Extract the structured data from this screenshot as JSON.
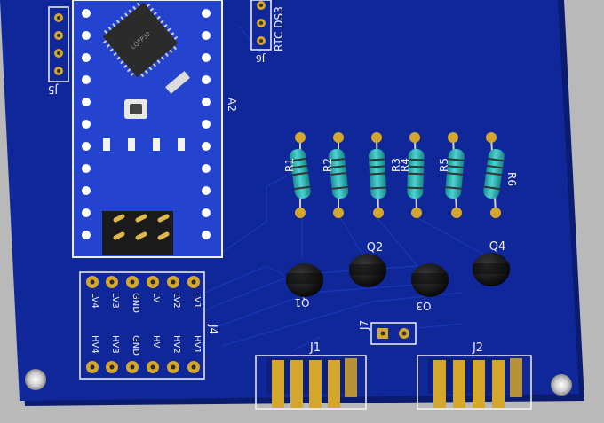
{
  "board": {
    "colors": {
      "background": "#b9b9b9",
      "pcb": "#10279a",
      "pcb_edge": "#0b1c6e",
      "silk": "#f2f2f2",
      "copper": "#d4a72c",
      "nano_board": "#1f3fd0",
      "resistor_body": "#2bb6b6",
      "transistor": "#111111"
    }
  },
  "labels": {
    "a2": "A2",
    "j5": "J5",
    "j6": "J6",
    "rtc": "RTC DS3",
    "chip_marking": "LQFP32",
    "r1": "R1",
    "r2": "R2",
    "r3": "R3",
    "r4": "R4",
    "r5": "R5",
    "r6": "R6",
    "q1": "Q1",
    "q2": "Q2",
    "q3": "Q3",
    "q4": "Q4",
    "j1": "J1",
    "j2": "J2",
    "j4": "J4",
    "j7": "J7",
    "lv4": "LV4",
    "lv3": "LV3",
    "gnd_top": "GND",
    "lv": "LV",
    "lv2": "LV2",
    "lv1": "LV1",
    "hv4": "HV4",
    "hv3": "HV3",
    "gnd_bottom": "GND",
    "hv": "HV",
    "hv2": "HV2",
    "hv1": "HV1"
  }
}
